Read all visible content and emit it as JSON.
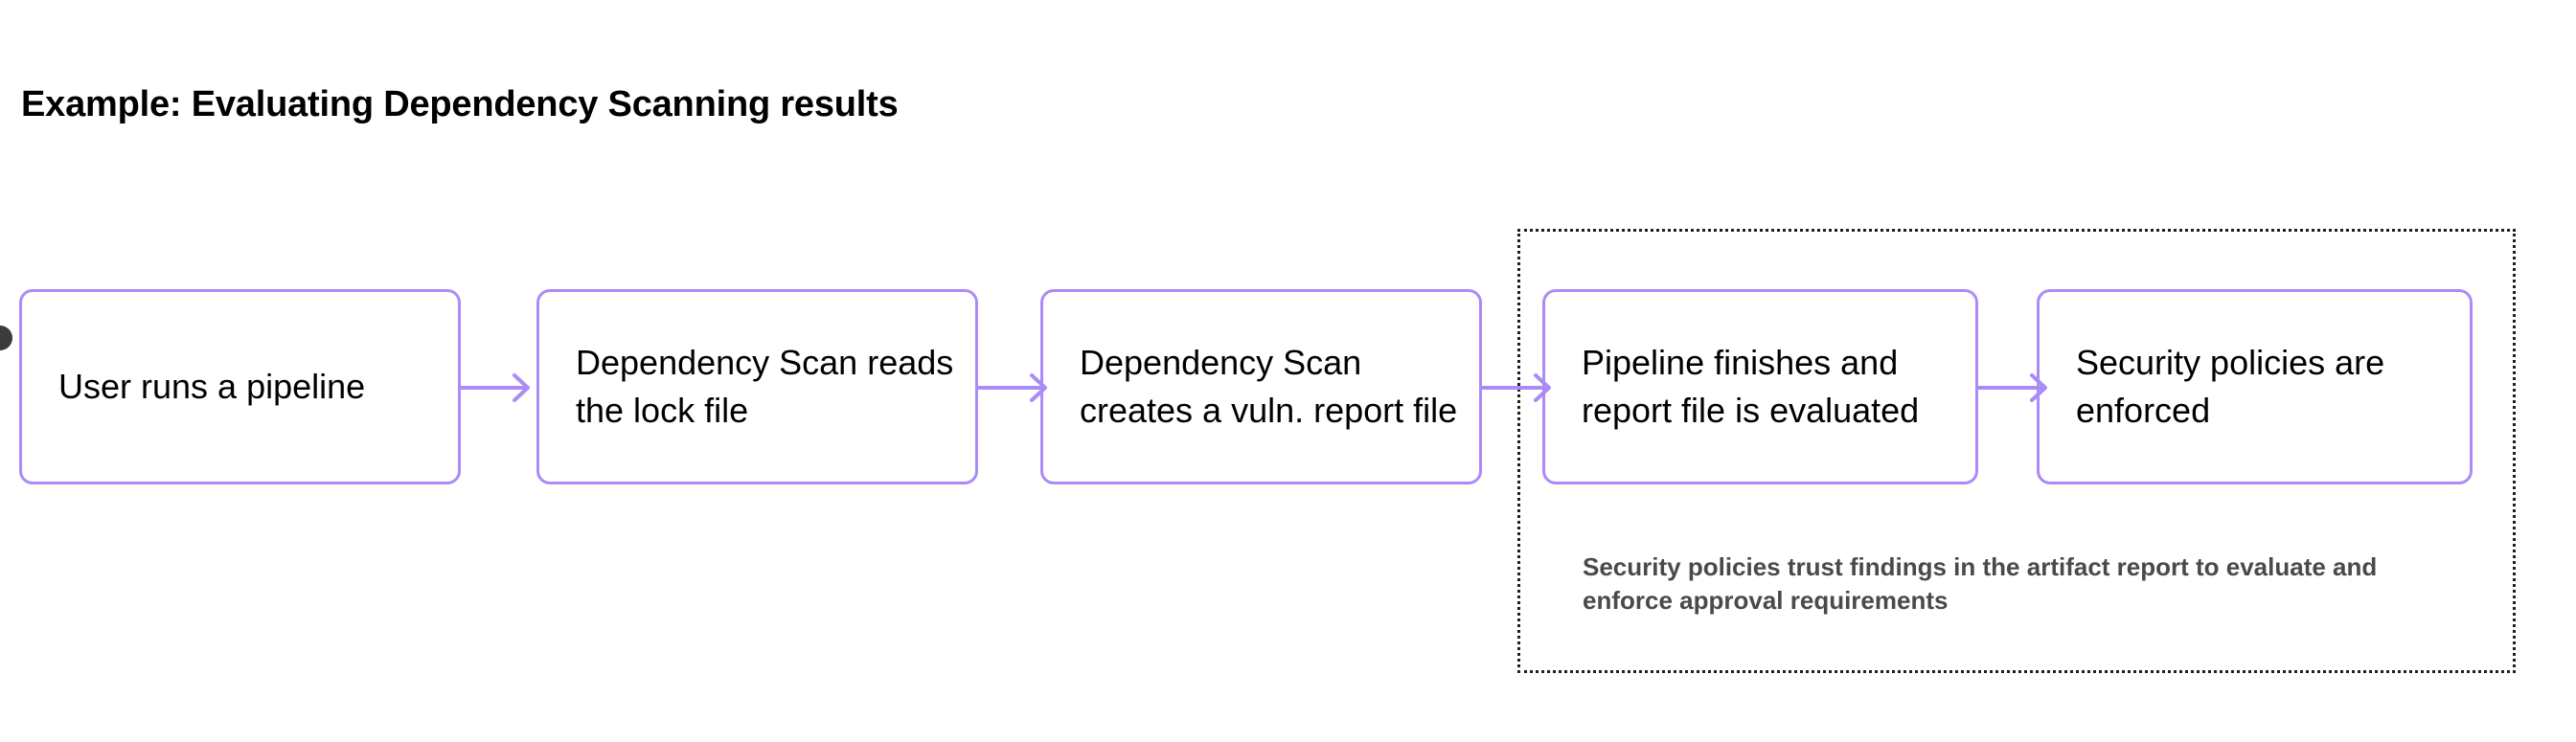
{
  "diagram": {
    "title": "Example: Evaluating Dependency Scanning results",
    "accent_color": "#ab8bf7",
    "group_border_color": "#1f1f1f",
    "caption_color": "#4a4a4a",
    "handle_color": "#3b3b3b",
    "nodes": [
      {
        "id": "node-1",
        "label": "User runs a pipeline"
      },
      {
        "id": "node-2",
        "label": "Dependency Scan reads the lock file"
      },
      {
        "id": "node-3",
        "label": "Dependency Scan creates a vuln. report file"
      },
      {
        "id": "node-4",
        "label": "Pipeline finishes and report file is evaluated"
      },
      {
        "id": "node-5",
        "label": "Security policies are enforced"
      }
    ],
    "group": {
      "caption": "Security policies trust findings in the artifact report to evaluate and enforce approval requirements"
    },
    "connectors": [
      {
        "id": "connector-1",
        "from": "node-1",
        "to": "node-2"
      },
      {
        "id": "connector-2",
        "from": "node-2",
        "to": "node-3"
      },
      {
        "id": "connector-3",
        "from": "node-3",
        "to": "node-4"
      },
      {
        "id": "connector-4",
        "from": "node-4",
        "to": "node-5"
      }
    ]
  }
}
